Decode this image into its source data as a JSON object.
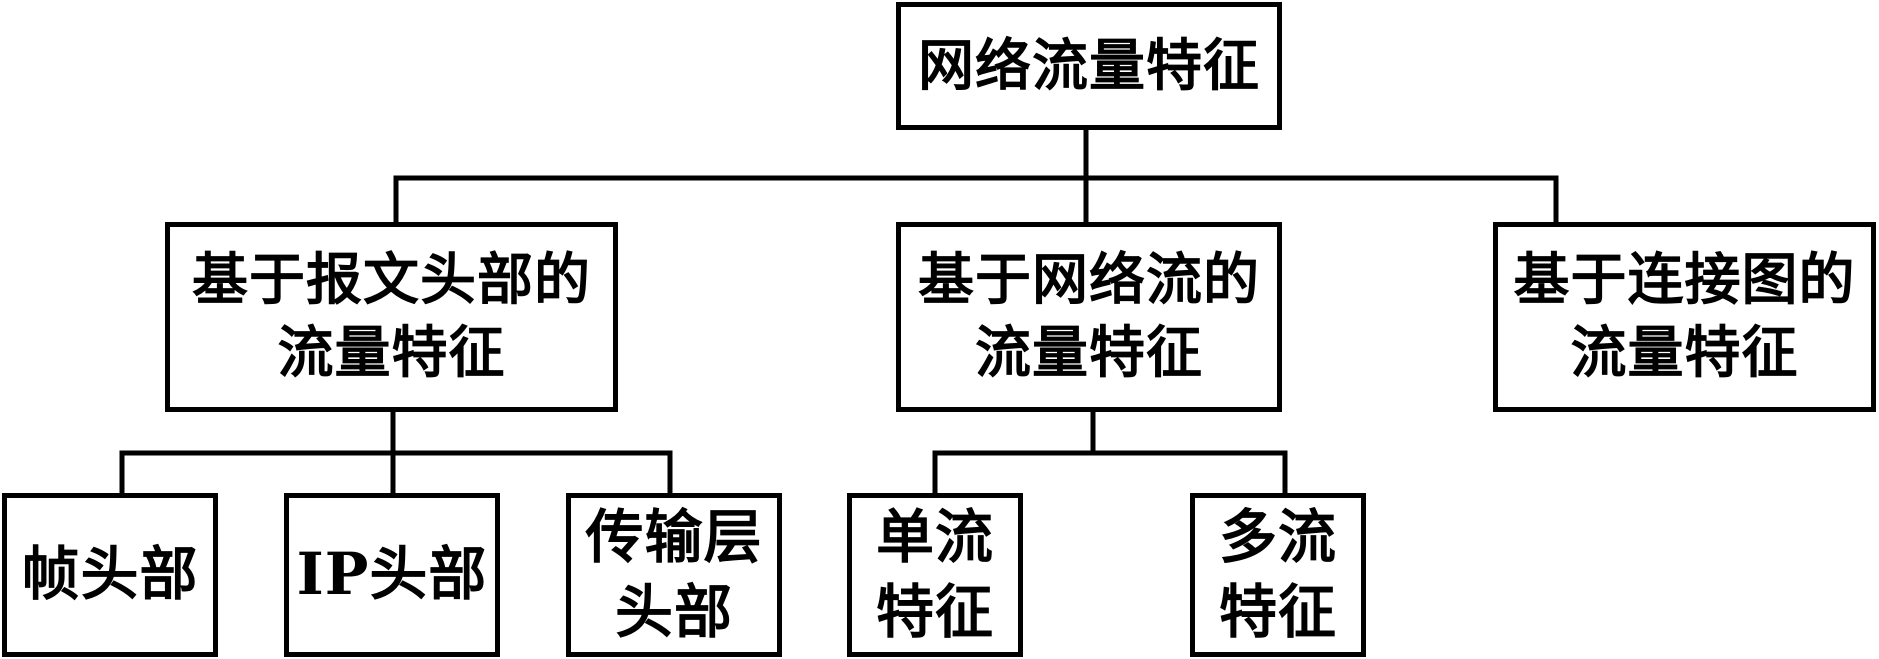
{
  "root": {
    "label": "网络流量特征"
  },
  "categories": [
    {
      "label": "基于报文头部的\n流量特征",
      "children": [
        {
          "label": "帧头部"
        },
        {
          "label": "IP头部"
        },
        {
          "label": "传输层\n头部"
        }
      ]
    },
    {
      "label": "基于网络流的\n流量特征",
      "children": [
        {
          "label": "单流\n特征"
        },
        {
          "label": "多流\n特征"
        }
      ]
    },
    {
      "label": "基于连接图的\n流量特征",
      "children": []
    }
  ]
}
